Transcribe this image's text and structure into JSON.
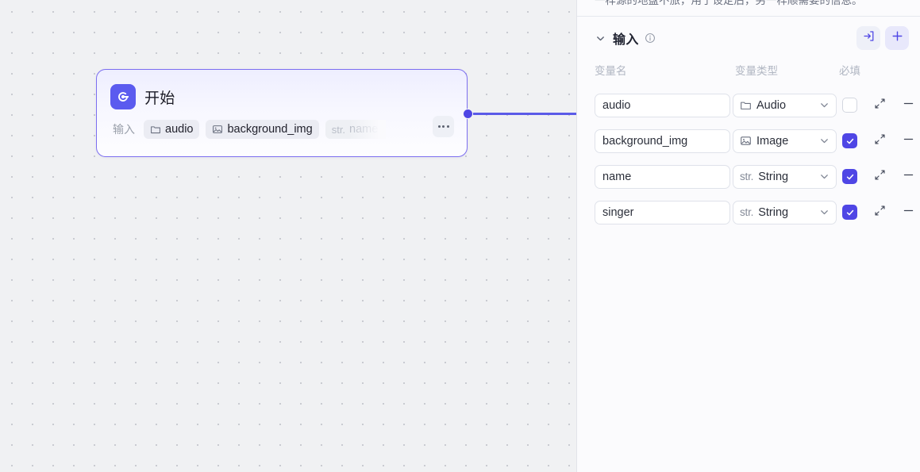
{
  "canvas": {
    "node": {
      "icon_name": "start-node-icon",
      "title": "开始",
      "input_label": "输入",
      "chips": [
        {
          "icon": "folder-icon",
          "prefix": "",
          "label": "audio",
          "faded": false
        },
        {
          "icon": "image-icon",
          "prefix": "",
          "label": "background_img",
          "faded": false
        },
        {
          "icon": "",
          "prefix": "str.",
          "label": "name",
          "faded": true
        }
      ],
      "more_label": "…"
    }
  },
  "panel": {
    "top_note": "一样源的地盘不旅，用于设定后，另一样顺需要的信息。",
    "section": {
      "title": "输入",
      "info_icon": "info-circle-icon",
      "chevron_icon": "chevron-down-icon",
      "actions": [
        {
          "name": "import-variable-button",
          "icon": "import-box-icon"
        },
        {
          "name": "add-variable-button",
          "icon": "plus-icon"
        }
      ]
    },
    "columns": {
      "name": "变量名",
      "type": "变量类型",
      "required": "必填"
    },
    "rows": [
      {
        "var_name": "audio",
        "type_prefix": "",
        "type_icon": "folder-icon",
        "type_label": "Audio",
        "required": false,
        "expand_icon": "expand-arrows-icon",
        "remove_icon": "minus-icon"
      },
      {
        "var_name": "background_img",
        "type_prefix": "",
        "type_icon": "image-icon",
        "type_label": "Image",
        "required": true,
        "expand_icon": "expand-arrows-icon",
        "remove_icon": "minus-icon"
      },
      {
        "var_name": "name",
        "type_prefix": "str.",
        "type_icon": "",
        "type_label": "String",
        "required": true,
        "expand_icon": "expand-arrows-icon",
        "remove_icon": "minus-icon"
      },
      {
        "var_name": "singer",
        "type_prefix": "str.",
        "type_icon": "",
        "type_label": "String",
        "required": true,
        "expand_icon": "expand-arrows-icon",
        "remove_icon": "minus-icon"
      }
    ]
  },
  "colors": {
    "accent": "#4f46e5",
    "node_border": "#7c6ef0",
    "edge": "#5b5be8",
    "canvas_bg": "#f0f1f3",
    "panel_bg": "#fbfbfd"
  }
}
